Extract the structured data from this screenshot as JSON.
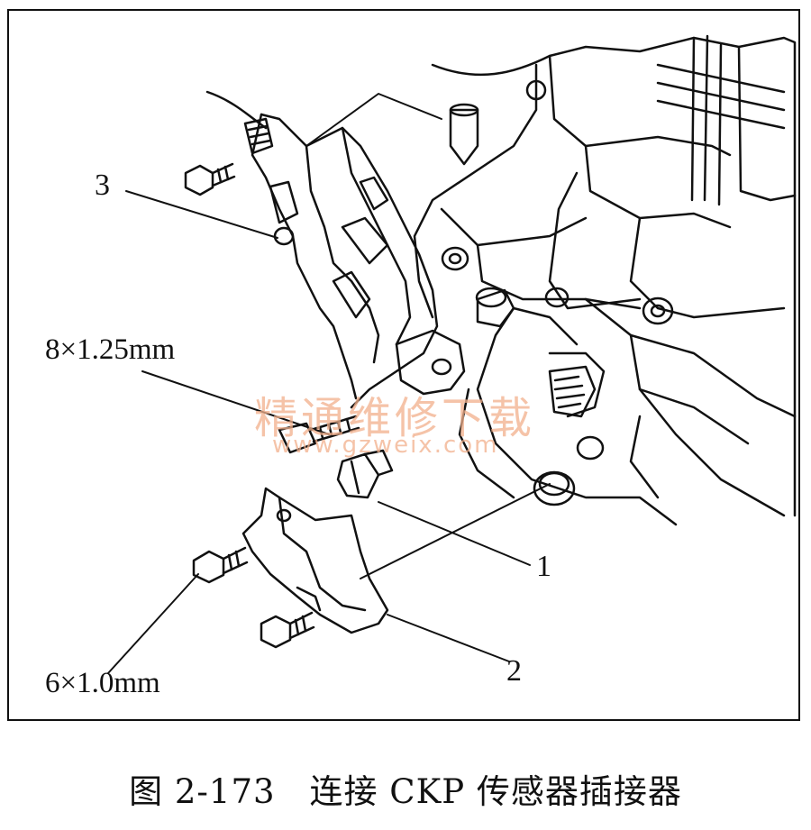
{
  "figure": {
    "callouts": {
      "label_1": "1",
      "label_2": "2",
      "label_3": "3",
      "spec_upper": "8×1.25mm",
      "spec_lower": "6×1.0mm"
    },
    "watermark": {
      "title": "精通维修下载",
      "url": "www.gzweix.com"
    }
  },
  "caption": "图 2-173　连接 CKP 传感器插接器",
  "colors": {
    "line": "#111111",
    "watermark": "#f2b08c",
    "background": "#ffffff"
  }
}
